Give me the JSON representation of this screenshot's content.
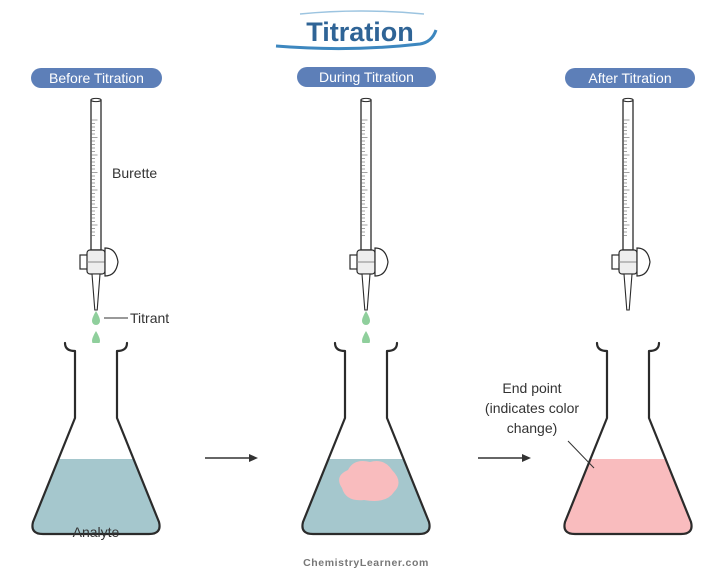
{
  "title": "Titration",
  "stages": [
    {
      "label": "Before Titration"
    },
    {
      "label": "During Titration"
    },
    {
      "label": "After Titration"
    }
  ],
  "annotations": {
    "burette": "Burette",
    "titrant": "Titrant",
    "analyte": "Analyte",
    "end_point_lines": [
      "End point",
      "(indicates color",
      "change)"
    ]
  },
  "credit": "ChemistryLearner.com",
  "colors": {
    "title": "#2f6496",
    "title_accent": "#3d87bf",
    "stage_pill": "#5d7fb8",
    "analyte_liquid": "#a5c7cd",
    "titrant_drop": "#8fcf9c",
    "endpoint_liquid": "#f9bcbe",
    "glass_outline": "#2b2b2b"
  }
}
